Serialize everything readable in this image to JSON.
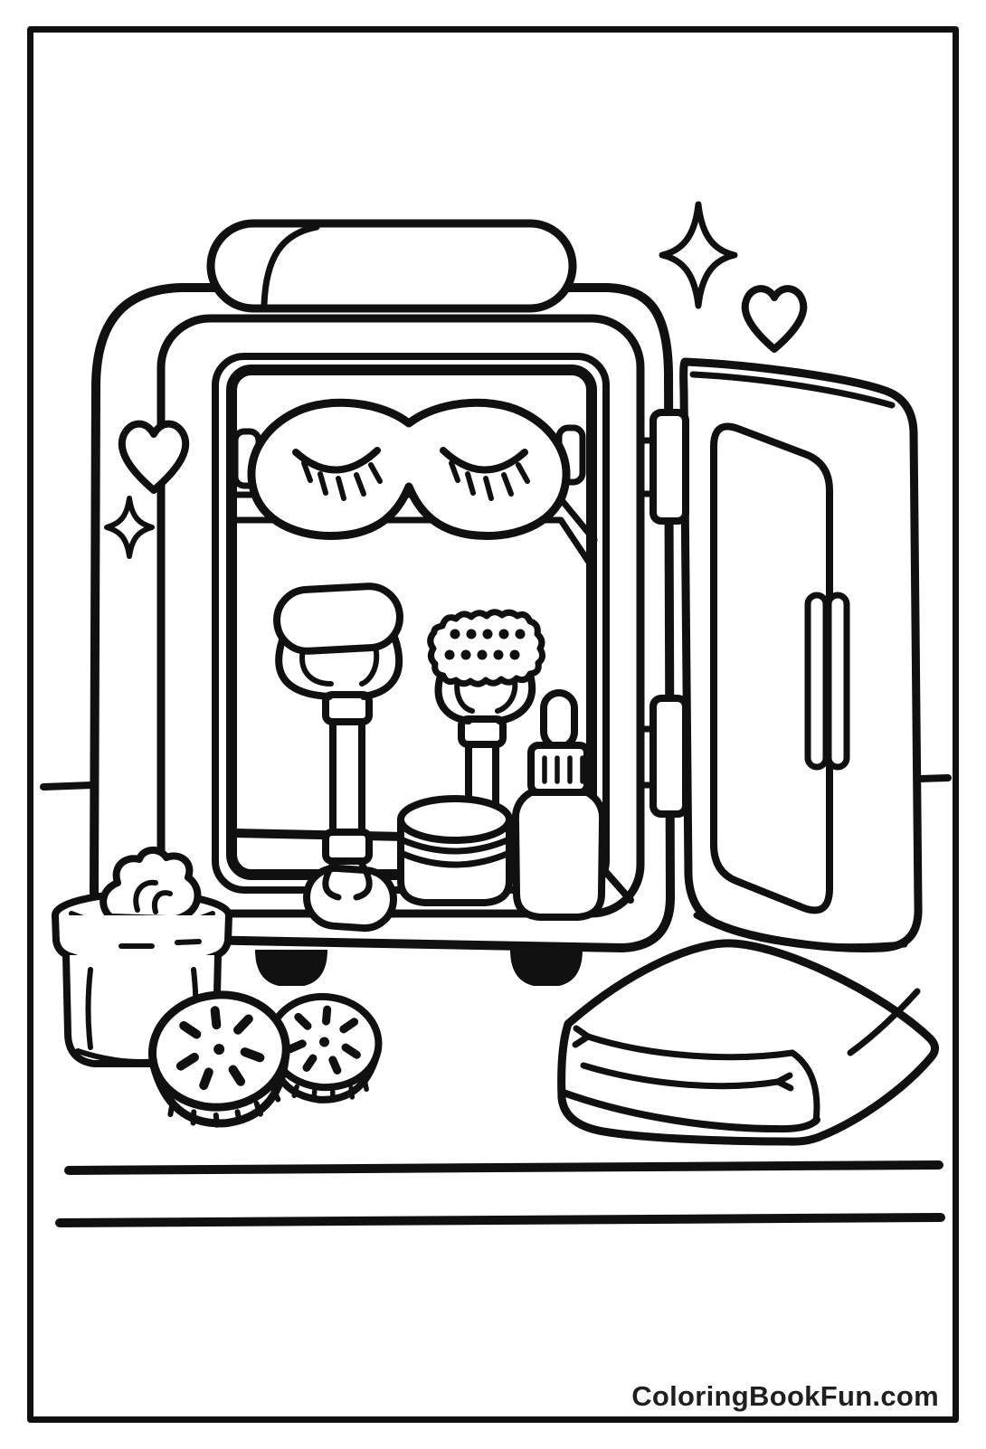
{
  "page": {
    "type": "coloring-book-page",
    "subject": "Kawaii skincare mini fridge with beauty tools, black and white line art"
  },
  "colors": {
    "ink": "#101010",
    "paper": "#ffffff",
    "watermark": "#1f1f1f"
  },
  "footer": {
    "watermark": "ColoringBookFun.com"
  },
  "scene": {
    "elements": [
      {
        "id": "mini-fridge",
        "label": "open skincare mini fridge with lid handle and feet"
      },
      {
        "id": "fridge-door",
        "label": "open fridge door with inner panel, handle and hinges"
      },
      {
        "id": "sleep-mask",
        "label": "sleep eye mask with closed lashes on top shelf"
      },
      {
        "id": "jade-roller",
        "label": "double-ended face roller"
      },
      {
        "id": "derma-roller",
        "label": "textured derma roller"
      },
      {
        "id": "cream-jar-inside",
        "label": "small cream jar inside fridge"
      },
      {
        "id": "serum-bottle",
        "label": "dropper serum bottle"
      },
      {
        "id": "open-cream-jar",
        "label": "open cream jar with swirl of cream"
      },
      {
        "id": "cucumber-slices",
        "label": "two cucumber slices"
      },
      {
        "id": "folded-towels",
        "label": "stack of folded towels"
      },
      {
        "id": "hearts",
        "label": "two heart doodles"
      },
      {
        "id": "sparkles",
        "label": "two sparkle doodles"
      },
      {
        "id": "table-lines",
        "label": "counter and background lines"
      }
    ]
  }
}
